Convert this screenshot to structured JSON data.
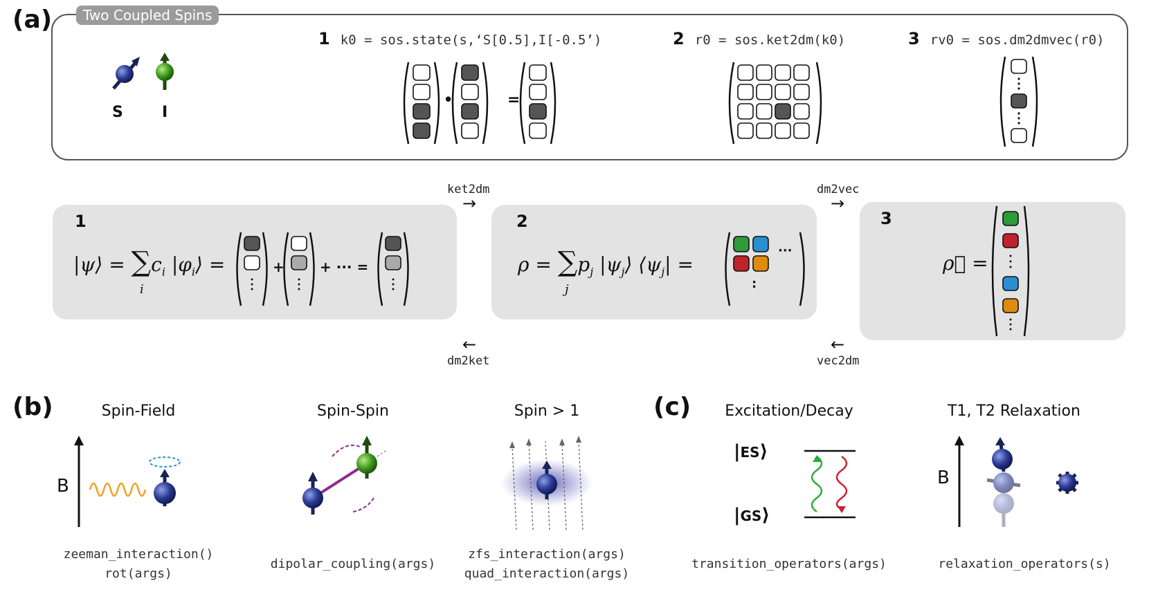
{
  "panel_a": {
    "label": "(a)",
    "tag": "Two Coupled Spins",
    "spin_labels": [
      "S",
      "I"
    ],
    "steps": [
      {
        "num": "1",
        "code": "k0 = sos.state(s,‘S[0.5],I[-0.5’)"
      },
      {
        "num": "2",
        "code": "r0 = sos.ket2dm(k0)"
      },
      {
        "num": "3",
        "code": "rv0 = sos.dm2dmvec(r0)"
      }
    ],
    "bullet": "•",
    "equals": "=",
    "boxes": {
      "b1": {
        "num": "1",
        "plus": "+",
        "plus_dots": "+ ··· =",
        "eq_end": "="
      },
      "b2": {
        "num": "2",
        "dots": "···",
        "vdots": ":"
      },
      "b3": {
        "num": "3"
      }
    },
    "arrows": {
      "ket2dm": "ket2dm",
      "dm2ket": "dm2ket",
      "dm2vec": "dm2vec",
      "vec2dm": "vec2dm",
      "right": "→",
      "left": "←"
    },
    "colors": {
      "dark_cell": "#555555",
      "grey_cell": "#aaaaaa",
      "green": "#2e9a3a",
      "red": "#c0232b",
      "blue": "#2a8fd0",
      "orange": "#e08a10"
    }
  },
  "panel_b": {
    "label": "(b)",
    "items": [
      {
        "title": "Spin-Field",
        "fns": [
          "zeeman_interaction()",
          "rot(args)"
        ],
        "field_label": "B"
      },
      {
        "title": "Spin-Spin",
        "fns": [
          "dipolar_coupling(args)"
        ]
      },
      {
        "title": "Spin > 1",
        "fns": [
          "zfs_interaction(args)",
          "quad_interaction(args)"
        ]
      }
    ]
  },
  "panel_c": {
    "label": "(c)",
    "items": [
      {
        "title": "Excitation/Decay",
        "fns": [
          "transition_operators(args)"
        ],
        "es": "ES",
        "gs": "GS"
      },
      {
        "title": "T1, T2 Relaxation",
        "fns": [
          "relaxation_operators(s)"
        ],
        "field_label": "B"
      }
    ]
  }
}
